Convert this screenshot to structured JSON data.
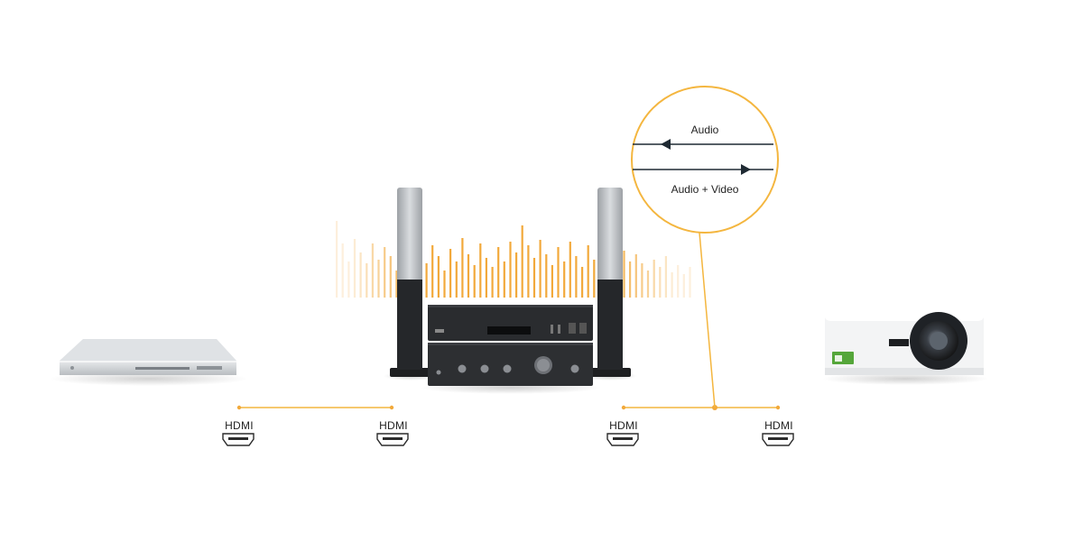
{
  "callout": {
    "top_label": "Audio",
    "bottom_label": "Audio + Video"
  },
  "connectors": [
    {
      "label": "HDMI"
    },
    {
      "label": "HDMI"
    },
    {
      "label": "HDMI"
    },
    {
      "label": "HDMI"
    }
  ],
  "colors": {
    "accent": "#F2A93B",
    "line": "#F4B63F",
    "speaker_grey": "#B8BCC0",
    "device_dark": "#2A2C2F"
  },
  "icons": {
    "player": "blu-ray-player-icon",
    "receiver": "av-receiver-icon",
    "projector": "projector-icon",
    "port": "hdmi-port-icon"
  }
}
